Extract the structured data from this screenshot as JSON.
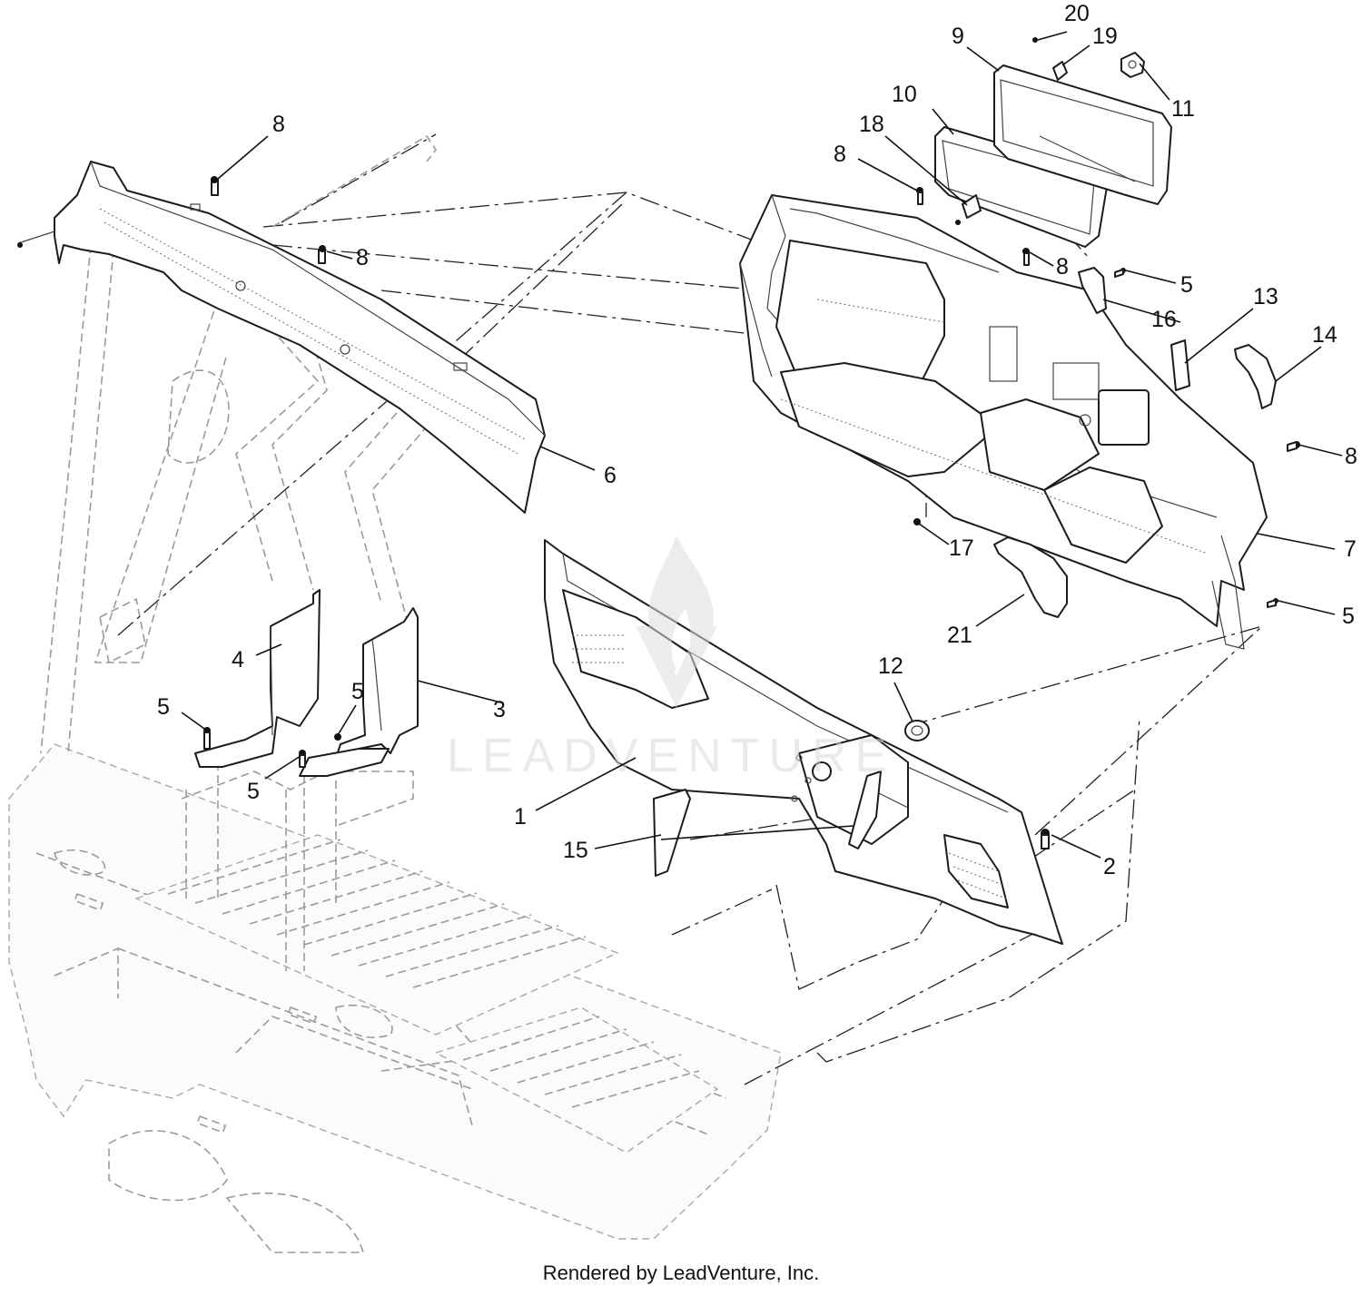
{
  "diagram": {
    "footer_text": "Rendered by LeadVenture, Inc.",
    "watermark_text": "LEADVENTURE",
    "callouts": [
      {
        "id": "c1",
        "label": "1"
      },
      {
        "id": "c2",
        "label": "2"
      },
      {
        "id": "c3",
        "label": "3"
      },
      {
        "id": "c4",
        "label": "4"
      },
      {
        "id": "c5a",
        "label": "5"
      },
      {
        "id": "c5b",
        "label": "5"
      },
      {
        "id": "c5c",
        "label": "5"
      },
      {
        "id": "c5d",
        "label": "5"
      },
      {
        "id": "c5e",
        "label": "5"
      },
      {
        "id": "c6",
        "label": "6"
      },
      {
        "id": "c7",
        "label": "7"
      },
      {
        "id": "c8a",
        "label": "8"
      },
      {
        "id": "c8b",
        "label": "8"
      },
      {
        "id": "c8c",
        "label": "8"
      },
      {
        "id": "c8d",
        "label": "8"
      },
      {
        "id": "c8e",
        "label": "8"
      },
      {
        "id": "c9",
        "label": "9"
      },
      {
        "id": "c10",
        "label": "10"
      },
      {
        "id": "c11",
        "label": "11"
      },
      {
        "id": "c12",
        "label": "12"
      },
      {
        "id": "c13",
        "label": "13"
      },
      {
        "id": "c14",
        "label": "14"
      },
      {
        "id": "c15",
        "label": "15"
      },
      {
        "id": "c16",
        "label": "16"
      },
      {
        "id": "c17",
        "label": "17"
      },
      {
        "id": "c18",
        "label": "18"
      },
      {
        "id": "c19",
        "label": "19"
      },
      {
        "id": "c20",
        "label": "20"
      },
      {
        "id": "c21",
        "label": "21"
      }
    ]
  }
}
